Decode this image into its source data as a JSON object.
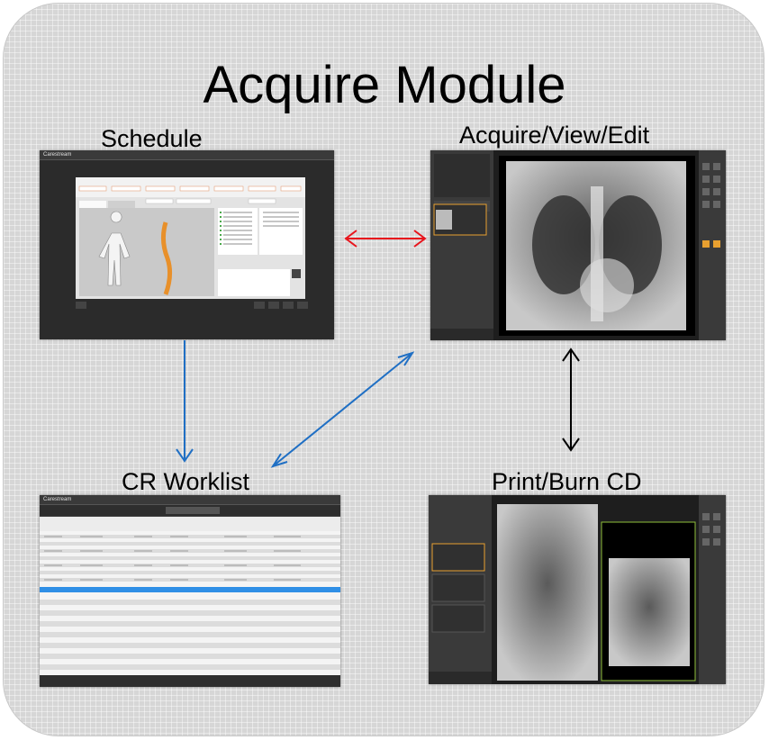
{
  "title": "Acquire Module",
  "labels": {
    "schedule": "Schedule",
    "acquire": "Acquire/View/Edit",
    "worklist": "CR Worklist",
    "print": "Print/Burn CD"
  },
  "app_brand": "Carestream",
  "colors": {
    "red_arrow": "#e8141c",
    "blue_arrow": "#1f6fc4",
    "black_arrow": "#000000"
  }
}
